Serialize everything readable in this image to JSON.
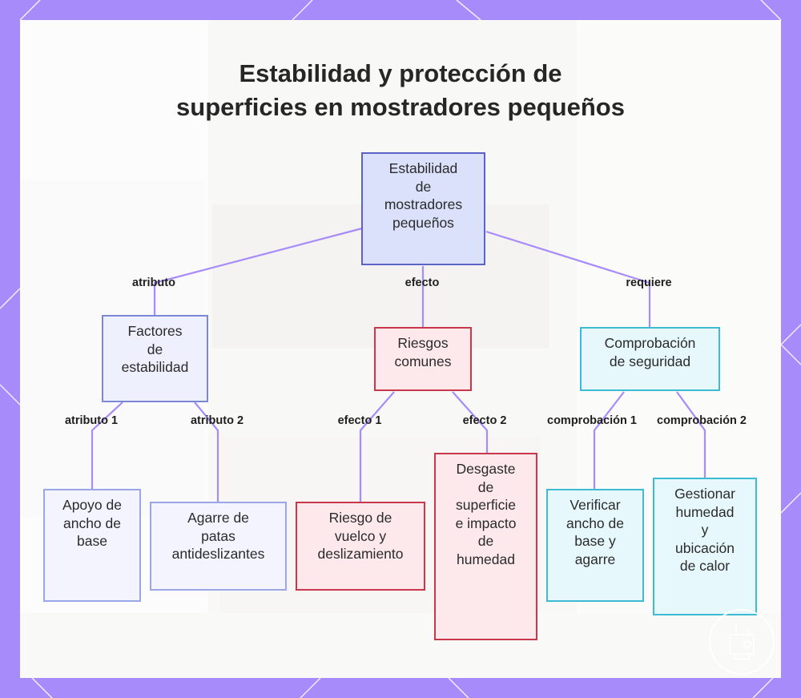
{
  "title": {
    "line1": "Estabilidad y protección de",
    "line2": "superficies en mostradores pequeños"
  },
  "colors": {
    "frame": "#a78bfa",
    "connector": "#a78bfa",
    "root_border": "#5b63c7",
    "attribute_border": "#7c87d6",
    "risk_border": "#c8374c",
    "check_border": "#3dbbd2"
  },
  "nodes": {
    "root": "Estabilidad\nde\nmostradores\npequeños",
    "stability_factors": "Factores\nde\nestabilidad",
    "common_risks": "Riesgos\ncomunes",
    "safety_check": "Comprobación\nde seguridad",
    "base_support": "Apoyo de\nancho de\nbase",
    "non_slip_grip": "Agarre de\npatas\nantideslizantes",
    "tip_slip_risk": "Riesgo de\nvuelco y\ndeslizamiento",
    "surface_wear": "Desgaste\nde\nsuperficie\ne impacto\nde\nhumedad",
    "verify_base": "Verificar\nancho de\nbase y\nagarre",
    "manage_humidity": "Gestionar\nhumedad\ny\nubicación\nde calor"
  },
  "edges": {
    "attribute": "atributo",
    "effect": "efecto",
    "requires": "requiere",
    "attribute_1": "atributo 1",
    "attribute_2": "atributo 2",
    "effect_1": "efecto 1",
    "effect_2": "efecto 2",
    "check_1": "comprobación 1",
    "check_2": "comprobación 2"
  },
  "icons": {
    "stamp": "coffee-machine-stamp-icon"
  }
}
